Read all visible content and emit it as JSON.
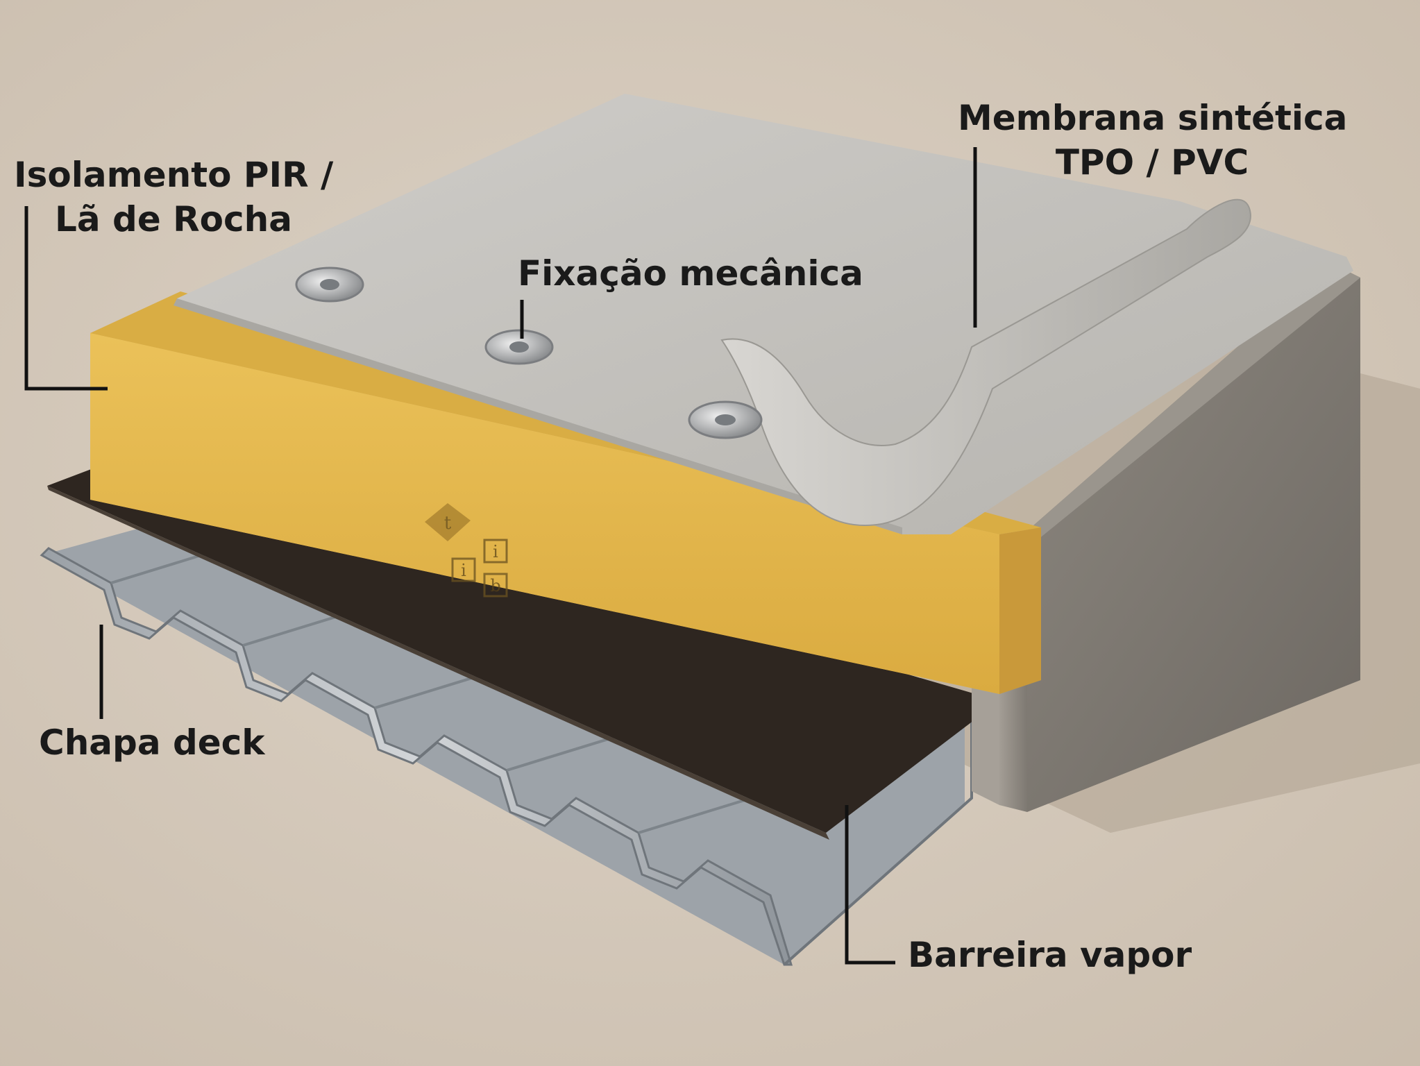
{
  "labels": {
    "insulation": {
      "line1": "Isolamento PIR /",
      "line2": "Lã de Rocha"
    },
    "membrane": {
      "line1": "Membrana sintética",
      "line2": "TPO / PVC"
    },
    "fixing": "Fixação mecânica",
    "deck": "Chapa deck",
    "vapor_barrier": "Barreira vapor"
  },
  "logo_text": [
    "t",
    "i",
    "i",
    "b"
  ],
  "colors": {
    "background": "#d6cbbd",
    "membrane": "#c2c0bb",
    "insulation": "#e3b84f",
    "vapor_barrier": "#2e2620",
    "concrete": "#8f8a83",
    "steel_deck": "#b9bcbf",
    "leader_line": "#111111"
  }
}
